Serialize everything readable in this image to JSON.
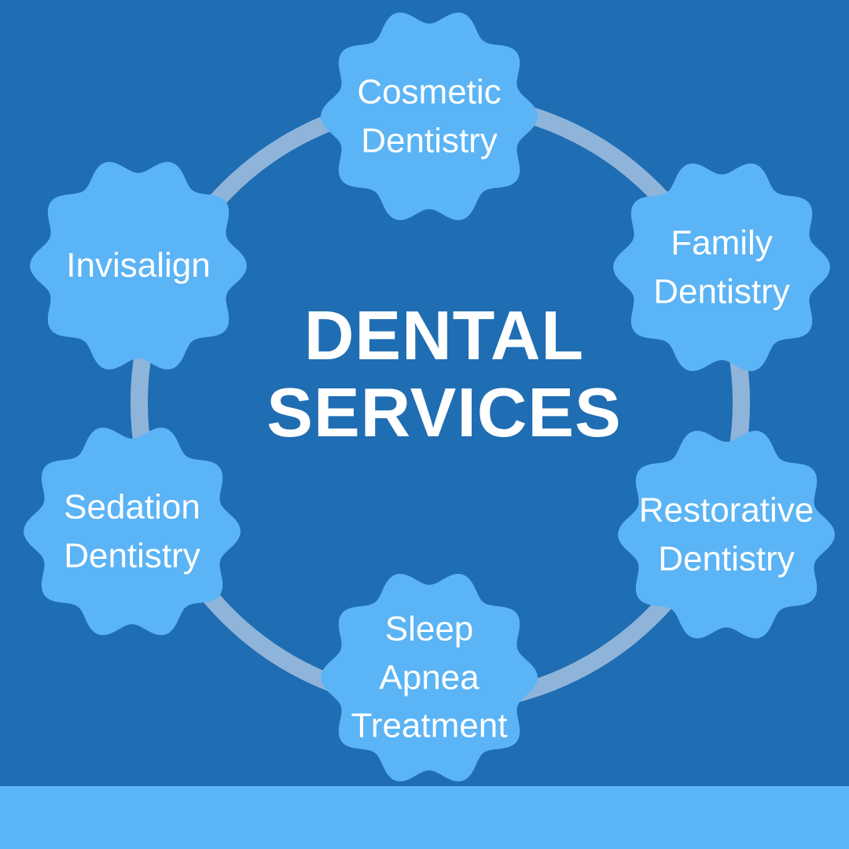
{
  "colors": {
    "background": "#1f6db3",
    "ring": "#8fb4da",
    "node_fill": "#5bb4f5",
    "band": "#5bb4f5",
    "text": "#ffffff"
  },
  "center": {
    "line1": "DENTAL",
    "line2": "SERVICES"
  },
  "services": [
    {
      "id": "cosmetic",
      "lines": [
        "Cosmetic",
        "Dentistry"
      ]
    },
    {
      "id": "family",
      "lines": [
        "Family",
        "Dentistry"
      ]
    },
    {
      "id": "restorative",
      "lines": [
        "Restorative",
        "Dentistry"
      ]
    },
    {
      "id": "sleep-apnea",
      "lines": [
        "Sleep",
        "Apnea",
        "Treatment"
      ]
    },
    {
      "id": "sedation",
      "lines": [
        "Sedation",
        "Dentistry"
      ]
    },
    {
      "id": "invisalign",
      "lines": [
        "Invisalign"
      ]
    }
  ]
}
